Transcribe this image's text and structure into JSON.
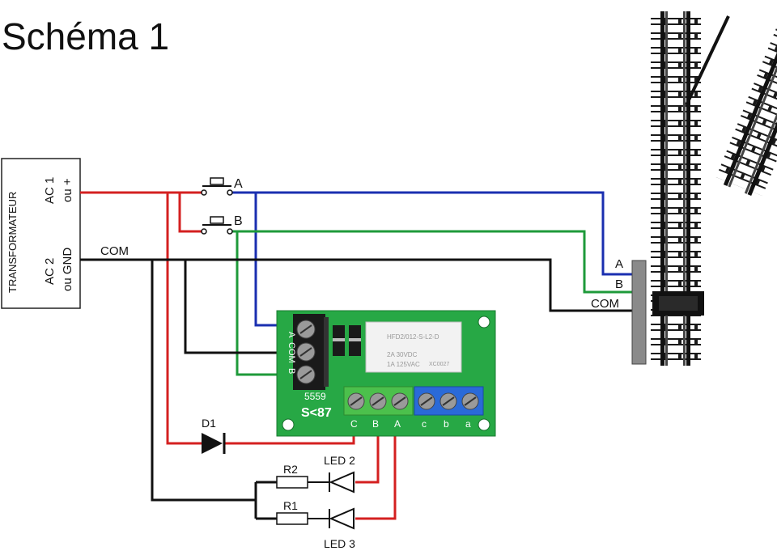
{
  "title": "Schéma 1",
  "transformer": {
    "label": "TRANSFORMATEUR",
    "ac1_line1": "AC 1",
    "ac1_line2": "ou +",
    "ac2_line1": "AC 2",
    "ac2_line2": "ou GND"
  },
  "buttons": {
    "a_label": "A",
    "b_label": "B"
  },
  "wires": {
    "com_label": "COM"
  },
  "track_connector": {
    "a_label": "A",
    "b_label": "B",
    "com_label": "COM"
  },
  "board": {
    "input_a": "A",
    "input_com": "COM",
    "input_b": "B",
    "model": "5559",
    "brand": "S<87",
    "relay_line1": "HFD2/012-S-L2-D",
    "relay_line2": "2A  30VDC",
    "relay_line3": "1A  125VAC",
    "relay_code": "XC0027",
    "out_c_upper": "C",
    "out_b_upper": "B",
    "out_a_upper": "A",
    "out_c_lower": "c",
    "out_b_lower": "b",
    "out_a_lower": "a"
  },
  "components": {
    "d1": "D1",
    "r2": "R2",
    "r1": "R1",
    "led2": "LED 2",
    "led3": "LED 3"
  },
  "colors": {
    "red_wire": "#d42020",
    "blue_wire": "#1a2fb0",
    "green_wire": "#1e9a3a",
    "black_wire": "#111111",
    "pcb_green": "#27a845",
    "terminal_green": "#4cc04c",
    "terminal_blue": "#2a6ad8"
  }
}
